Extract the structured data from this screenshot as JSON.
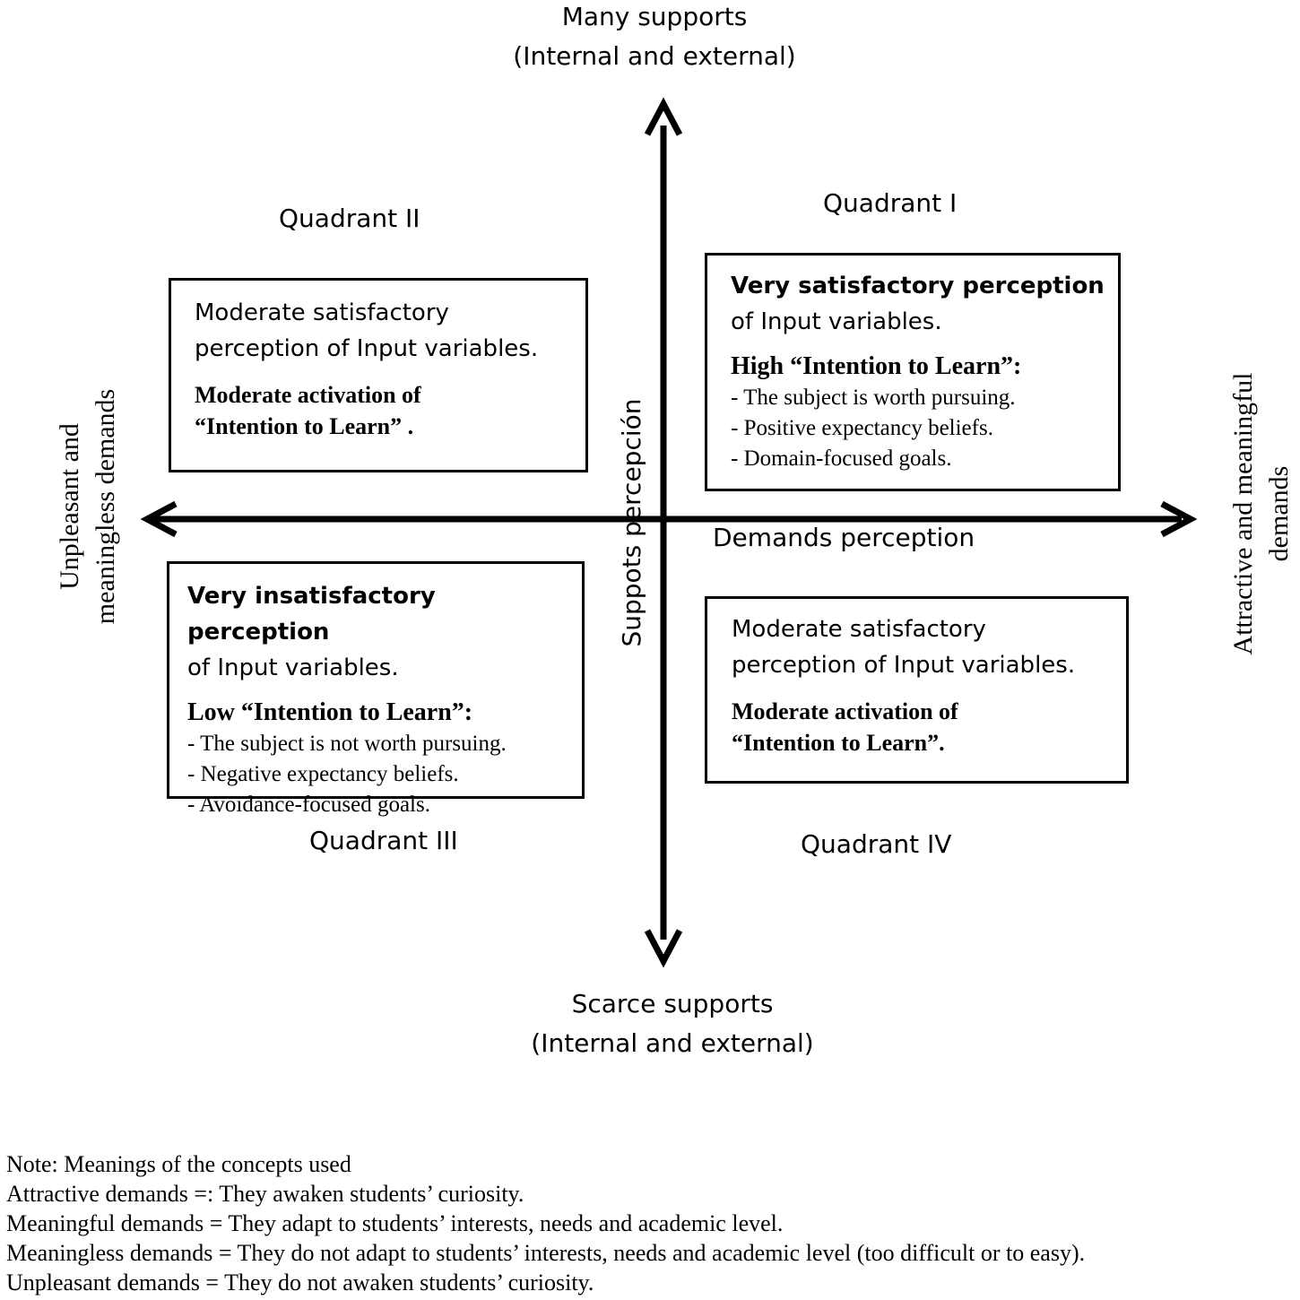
{
  "axes": {
    "top": [
      "Many supports",
      "(Internal and external)"
    ],
    "bottom": [
      "Scarce supports",
      "(Internal and external)"
    ],
    "left": [
      "Unpleasant and",
      "meaningless demands"
    ],
    "right": [
      "Attractive and meaningful",
      "demands"
    ],
    "horizontal_label": "Demands perception",
    "vertical_label": "Suppots percepción"
  },
  "quadrants": {
    "q1": {
      "label": "Quadrant I",
      "line1": "Very satisfactory perception",
      "line2": "of Input variables.",
      "heading": "High “Intention to Learn”:",
      "items": [
        "- The subject is worth pursuing.",
        "- Positive expectancy beliefs.",
        "- Domain-focused goals."
      ]
    },
    "q2": {
      "label": "Quadrant II",
      "line1": "Moderate satisfactory",
      "line2": "perception of Input variables.",
      "heading1": "Moderate  activation of",
      "heading2": "“Intention to Learn” ."
    },
    "q3": {
      "label": "Quadrant III",
      "line1": "Very insatisfactory perception",
      "line2": "of Input variables.",
      "heading": "Low “Intention to Learn”:",
      "items": [
        "- The subject is not worth pursuing.",
        "- Negative expectancy beliefs.",
        "- Avoidance-focused goals."
      ]
    },
    "q4": {
      "label": "Quadrant IV",
      "line1": "Moderate satisfactory",
      "line2": "perception of Input variables.",
      "heading1": "Moderate activation of",
      "heading2": "“Intention to Learn”."
    }
  },
  "notes": [
    "Note: Meanings of the concepts used",
    "Attractive demands =: They awaken students’ curiosity.",
    "Meaningful demands = They adapt to students’ interests, needs and academic level.",
    "Meaningless demands = They do not adapt to students’ interests, needs and academic level (too difficult or to easy).",
    "Unpleasant demands = They do not awaken students’ curiosity."
  ]
}
